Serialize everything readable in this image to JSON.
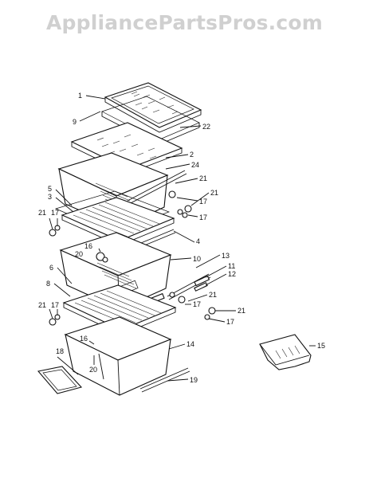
{
  "watermark": "AppliancePartsPros.com",
  "callouts": [
    {
      "id": "c1",
      "text": "1"
    },
    {
      "id": "c9",
      "text": "9"
    },
    {
      "id": "c22",
      "text": "22"
    },
    {
      "id": "c2",
      "text": "2"
    },
    {
      "id": "c24",
      "text": "24"
    },
    {
      "id": "c21a",
      "text": "21"
    },
    {
      "id": "c21b",
      "text": "21"
    },
    {
      "id": "c17a",
      "text": "17"
    },
    {
      "id": "c17b",
      "text": "17"
    },
    {
      "id": "c5",
      "text": "5"
    },
    {
      "id": "c3",
      "text": "3"
    },
    {
      "id": "c21c",
      "text": "21"
    },
    {
      "id": "c17c",
      "text": "17"
    },
    {
      "id": "c4",
      "text": "4"
    },
    {
      "id": "c16a",
      "text": "16"
    },
    {
      "id": "c20a",
      "text": "20"
    },
    {
      "id": "c10",
      "text": "10"
    },
    {
      "id": "c13",
      "text": "13"
    },
    {
      "id": "c11",
      "text": "11"
    },
    {
      "id": "c12",
      "text": "12"
    },
    {
      "id": "c6",
      "text": "6"
    },
    {
      "id": "c8",
      "text": "8"
    },
    {
      "id": "c21d",
      "text": "21"
    },
    {
      "id": "c17d",
      "text": "17"
    },
    {
      "id": "c21e",
      "text": "21"
    },
    {
      "id": "c17e",
      "text": "17"
    },
    {
      "id": "c21f",
      "text": "21"
    },
    {
      "id": "c17f",
      "text": "17"
    },
    {
      "id": "c16b",
      "text": "16"
    },
    {
      "id": "c20b",
      "text": "20"
    },
    {
      "id": "c14",
      "text": "14"
    },
    {
      "id": "c18",
      "text": "18"
    },
    {
      "id": "c19",
      "text": "19"
    },
    {
      "id": "c15",
      "text": "15"
    }
  ]
}
